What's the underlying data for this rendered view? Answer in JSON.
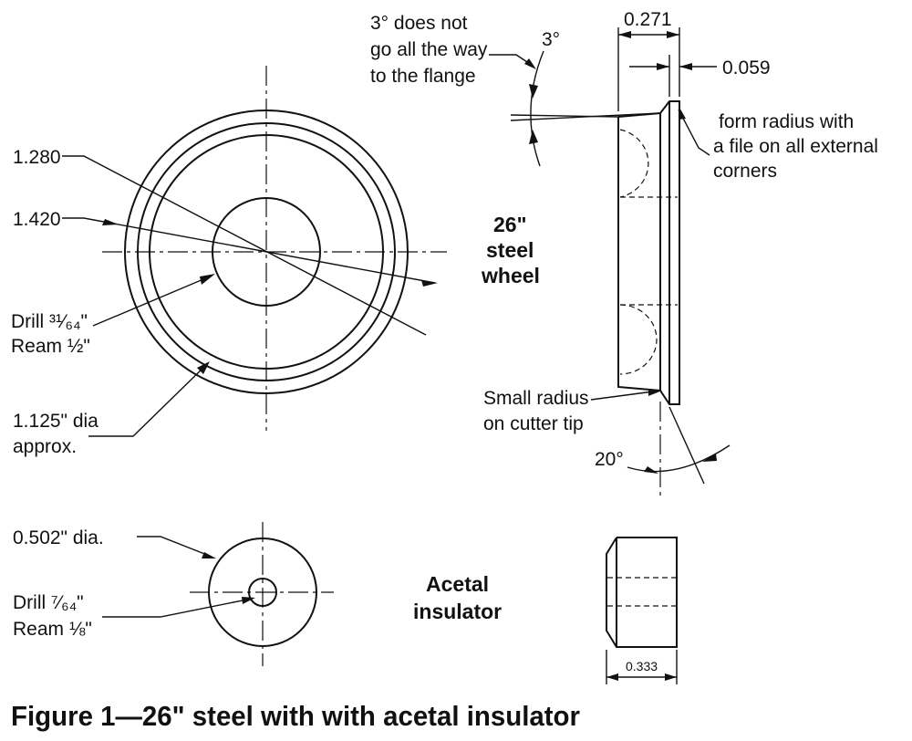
{
  "labels": {
    "note_3deg": [
      "3° does not",
      "go all the way",
      "to the flange"
    ],
    "angle_3": "3°",
    "dim_0271": "0.271",
    "dim_0059": "0.059",
    "note_radius": [
      " form radius with",
      "a file on all external",
      "corners"
    ],
    "dim_1280": "1.280",
    "dim_1420": "1.420",
    "wheel_title": [
      "26\"",
      "steel",
      "wheel"
    ],
    "drill_wheel": [
      "Drill ³¹⁄₆₄\"",
      "Ream ½\""
    ],
    "dim_1125": [
      "1.125\" dia",
      "approx."
    ],
    "note_tip": [
      "Small radius",
      "on cutter tip"
    ],
    "angle_20": "20°",
    "dim_0502": "0.502\" dia.",
    "drill_ins": [
      "Drill ⁷⁄₆₄\"",
      "Ream ⅛\""
    ],
    "ins_title": [
      "Acetal",
      "insulator"
    ],
    "dim_0333": "0.333",
    "caption": "Figure 1—26\" steel with with acetal insulator"
  },
  "colors": {
    "ink": "#111111",
    "background": "#ffffff"
  }
}
